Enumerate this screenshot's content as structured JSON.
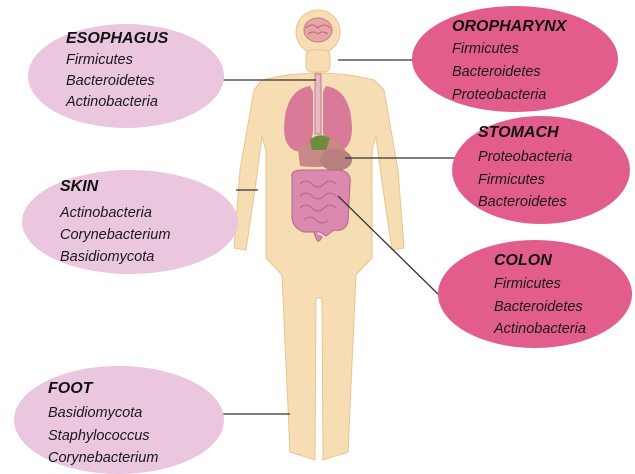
{
  "regions": [
    {
      "id": "esophagus",
      "title": "ESOPHAGUS",
      "microbes": [
        "Firmicutes",
        "Bacteroidetes",
        "Actinobacteria"
      ]
    },
    {
      "id": "skin",
      "title": "SKIN",
      "microbes": [
        "Actinobacteria",
        "Corynebacterium",
        "Basidiomycota"
      ]
    },
    {
      "id": "foot",
      "title": "FOOT",
      "microbes": [
        "Basidiomycota",
        "Staphylococcus",
        "Corynebacterium"
      ]
    },
    {
      "id": "oropharynx",
      "title": "OROPHARYNX",
      "microbes": [
        "Firmicutes",
        "Bacteroidetes",
        "Proteobacteria"
      ]
    },
    {
      "id": "stomach",
      "title": "STOMACH",
      "microbes": [
        "Proteobacteria",
        "Firmicutes",
        "Bacteroidetes"
      ]
    },
    {
      "id": "colon",
      "title": "COLON",
      "microbes": [
        "Firmicutes",
        "Bacteroidetes",
        "Actinobacteria"
      ]
    }
  ],
  "colors": {
    "light_bubble": "#eac6df",
    "dark_bubble": "#e35d8c",
    "body": "#f7ddb4",
    "organ": "#d87a98"
  }
}
